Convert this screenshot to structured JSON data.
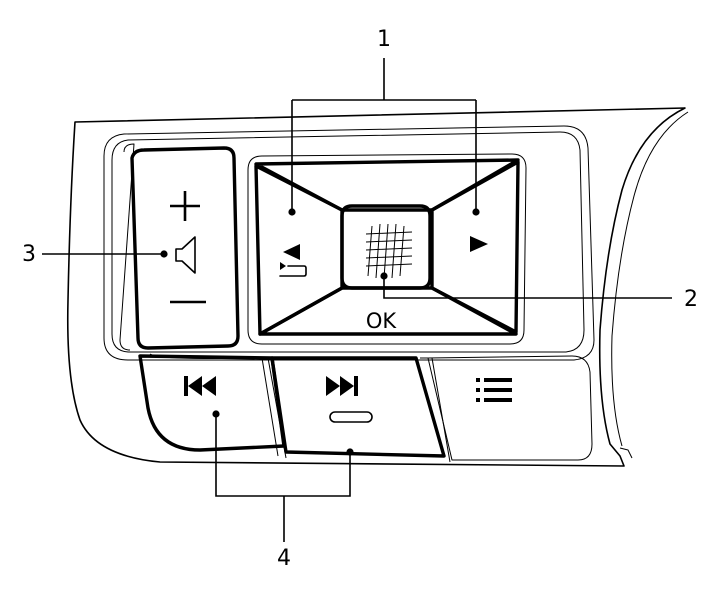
{
  "callouts": {
    "c1": "1",
    "c2": "2",
    "c3": "3",
    "c4": "4"
  },
  "buttons": {
    "ok_label": "OK"
  },
  "icons": {
    "volume_up": "plus-icon",
    "volume_down": "minus-icon",
    "speaker": "speaker-icon",
    "left": "left-arrow-icon",
    "right": "right-arrow-icon",
    "back": "back-return-icon",
    "previous": "previous-track-icon",
    "next": "next-track-icon",
    "menu": "menu-list-icon",
    "touchpad": "touchpad-grid-icon"
  }
}
